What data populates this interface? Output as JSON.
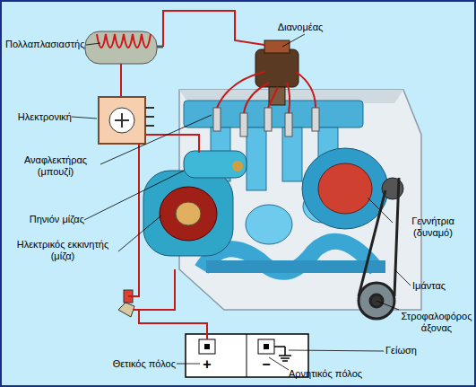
{
  "diagram": {
    "labels": [
      "Πολλαπλασιαστής",
      "Διανομέας",
      "Ηλεκτρονική",
      "Αναφλεκτήρας (μπουζί)",
      "Πηνιόν μίζας",
      "Ηλεκτρικός εκκινητής (μίζα)",
      "Γεννήτρια (δυναμό)",
      "Ιμάντας",
      "Στροφαλοφόρος άξονας",
      "Γείωση",
      "Θετικός πόλος",
      "Αρνητικός πόλος",
      "+",
      "−"
    ]
  }
}
